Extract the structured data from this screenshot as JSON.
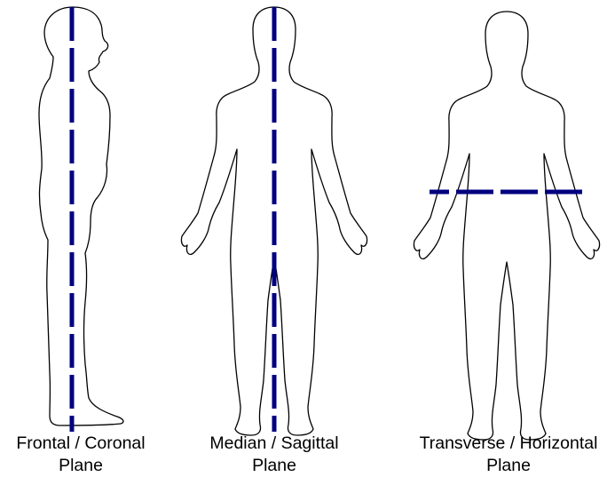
{
  "panels": [
    {
      "id": "frontal",
      "caption_line1": "Frontal / Coronal",
      "caption_line2": "Plane",
      "orientation": "vertical",
      "view": "side"
    },
    {
      "id": "median",
      "caption_line1": "Median / Sagittal",
      "caption_line2": "Plane",
      "orientation": "vertical",
      "view": "front"
    },
    {
      "id": "transverse",
      "caption_line1": "Transverse / Horizontal",
      "caption_line2": "Plane",
      "orientation": "horizontal",
      "view": "front"
    }
  ],
  "colors": {
    "plane_line": "#000080",
    "outline": "#000000",
    "background": "#ffffff"
  }
}
